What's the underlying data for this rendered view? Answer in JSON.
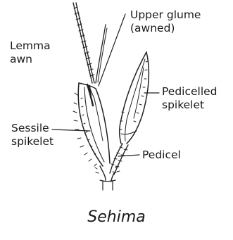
{
  "labels": {
    "lemma_awn": "Lemma\nawn",
    "upper_glume": "Upper glume\n(awned)",
    "pedicelled_spikelet": "Pedicelled\nspikelet",
    "sessile_spikelet": "Sessile\nspikelet",
    "pedicel": "Pedicel"
  },
  "caption": "Sehima"
}
